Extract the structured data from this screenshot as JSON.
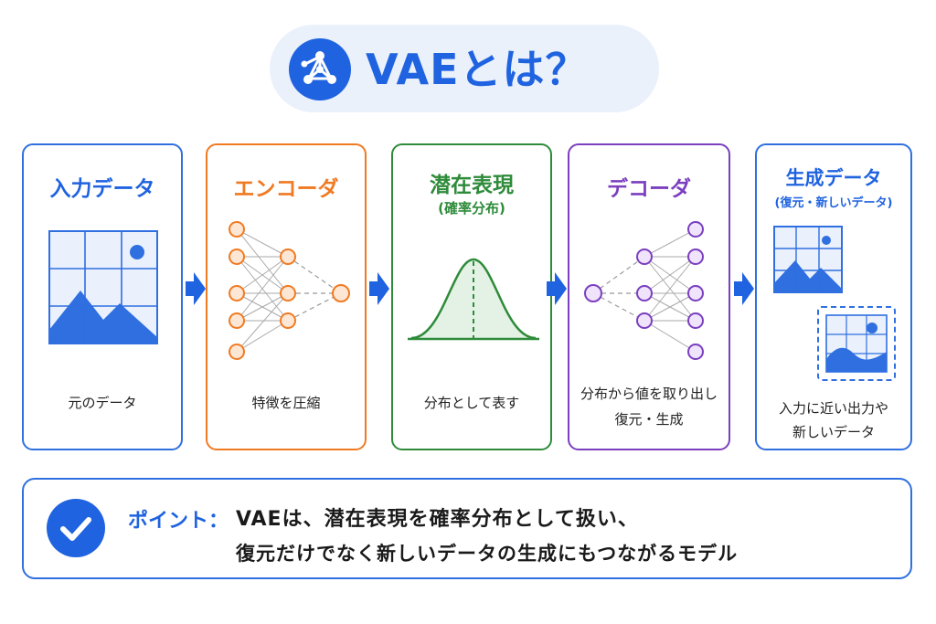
{
  "header": {
    "title": "VAEとは？"
  },
  "colors": {
    "blue": "#1f63e0",
    "orange": "#f07a22",
    "green": "#2e8b3a",
    "purple": "#7b3fbf"
  },
  "stages": [
    {
      "title": "入力データ",
      "caption": "元のデータ"
    },
    {
      "title": "エンコーダ",
      "caption": "特徴を圧縮"
    },
    {
      "title": "潜在表現",
      "subtitle": "(確率分布)",
      "caption": "分布として表す"
    },
    {
      "title": "デコーダ",
      "caption_line1": "分布から値を取り出し",
      "caption_line2": "復元・生成"
    },
    {
      "title": "生成データ",
      "subtitle": "(復元・新しいデータ)",
      "caption_line1": "入力に近い出力や",
      "caption_line2": "新しいデータ"
    }
  ],
  "note": {
    "label": "ポイント：",
    "line1": "VAEは、潜在表現を確率分布として扱い、",
    "line2": "復元だけでなく新しいデータの生成にもつながるモデル"
  }
}
